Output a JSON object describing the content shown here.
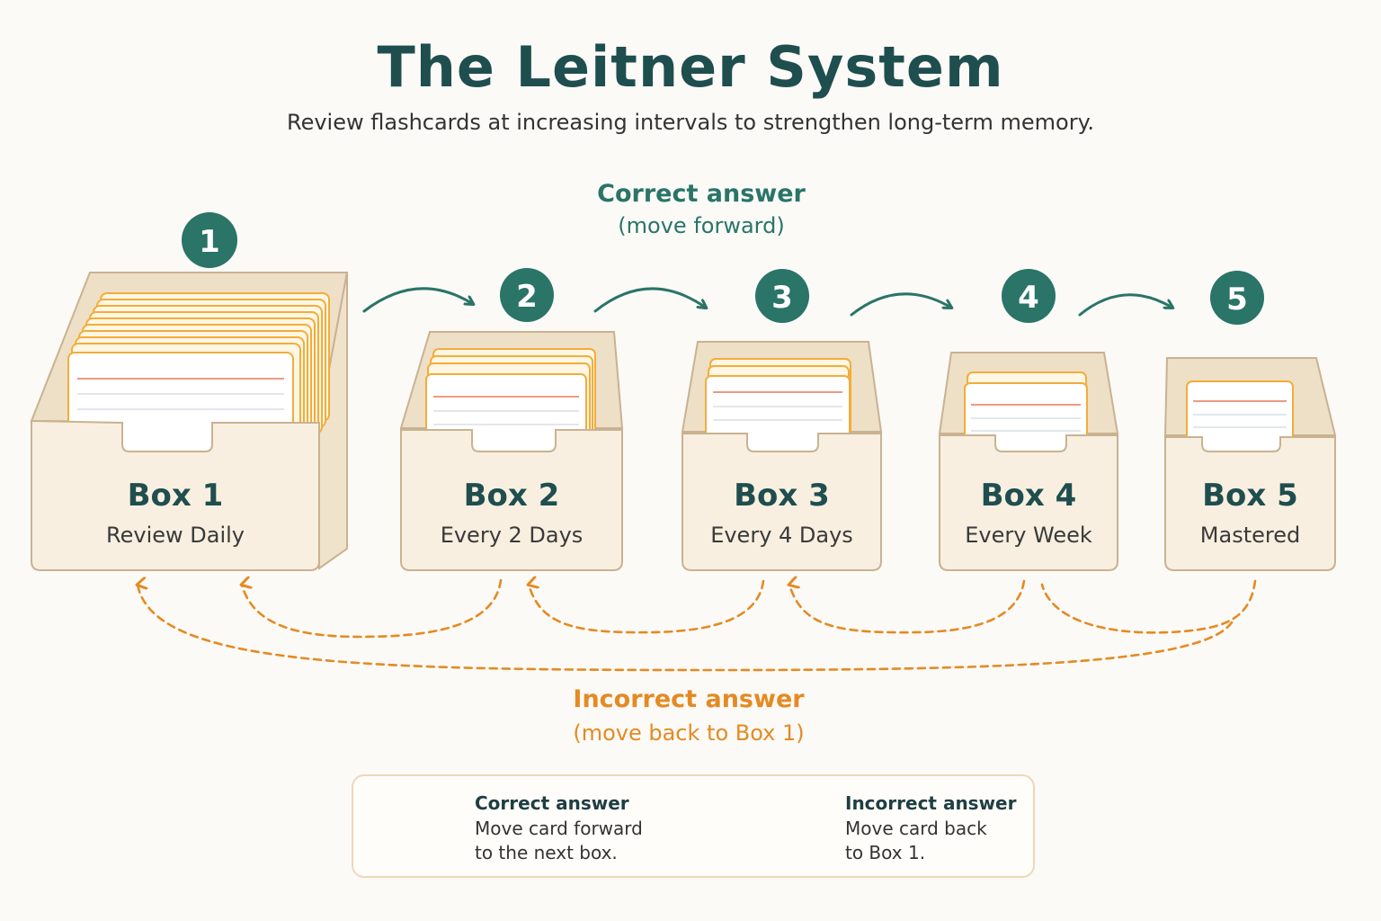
{
  "header": {
    "title": "The Leitner System",
    "subtitle": "Review flashcards at increasing intervals to strengthen long-term memory."
  },
  "flows": {
    "correct_title": "Correct answer",
    "correct_sub": "(move forward)",
    "incorrect_title": "Incorrect answer",
    "incorrect_sub": "(move back to Box 1)"
  },
  "boxes": [
    {
      "number": "1",
      "name": "Box 1",
      "interval": "Review Daily"
    },
    {
      "number": "2",
      "name": "Box 2",
      "interval": "Every 2 Days"
    },
    {
      "number": "3",
      "name": "Box 3",
      "interval": "Every 4 Days"
    },
    {
      "number": "4",
      "name": "Box 4",
      "interval": "Every Week"
    },
    {
      "number": "5",
      "name": "Box 5",
      "interval": "Mastered"
    }
  ],
  "legend": {
    "correct_title": "Correct answer",
    "correct_line1": "Move card forward",
    "correct_line2": "to the next box.",
    "incorrect_title": "Incorrect answer",
    "incorrect_line1": "Move card back",
    "incorrect_line2": "to Box 1."
  },
  "colors": {
    "teal": "#2a7468",
    "orange": "#e58a22",
    "box_fill": "#f6ecd9",
    "box_stroke": "#cdb79a",
    "card_edge": "#f2ad3a"
  }
}
